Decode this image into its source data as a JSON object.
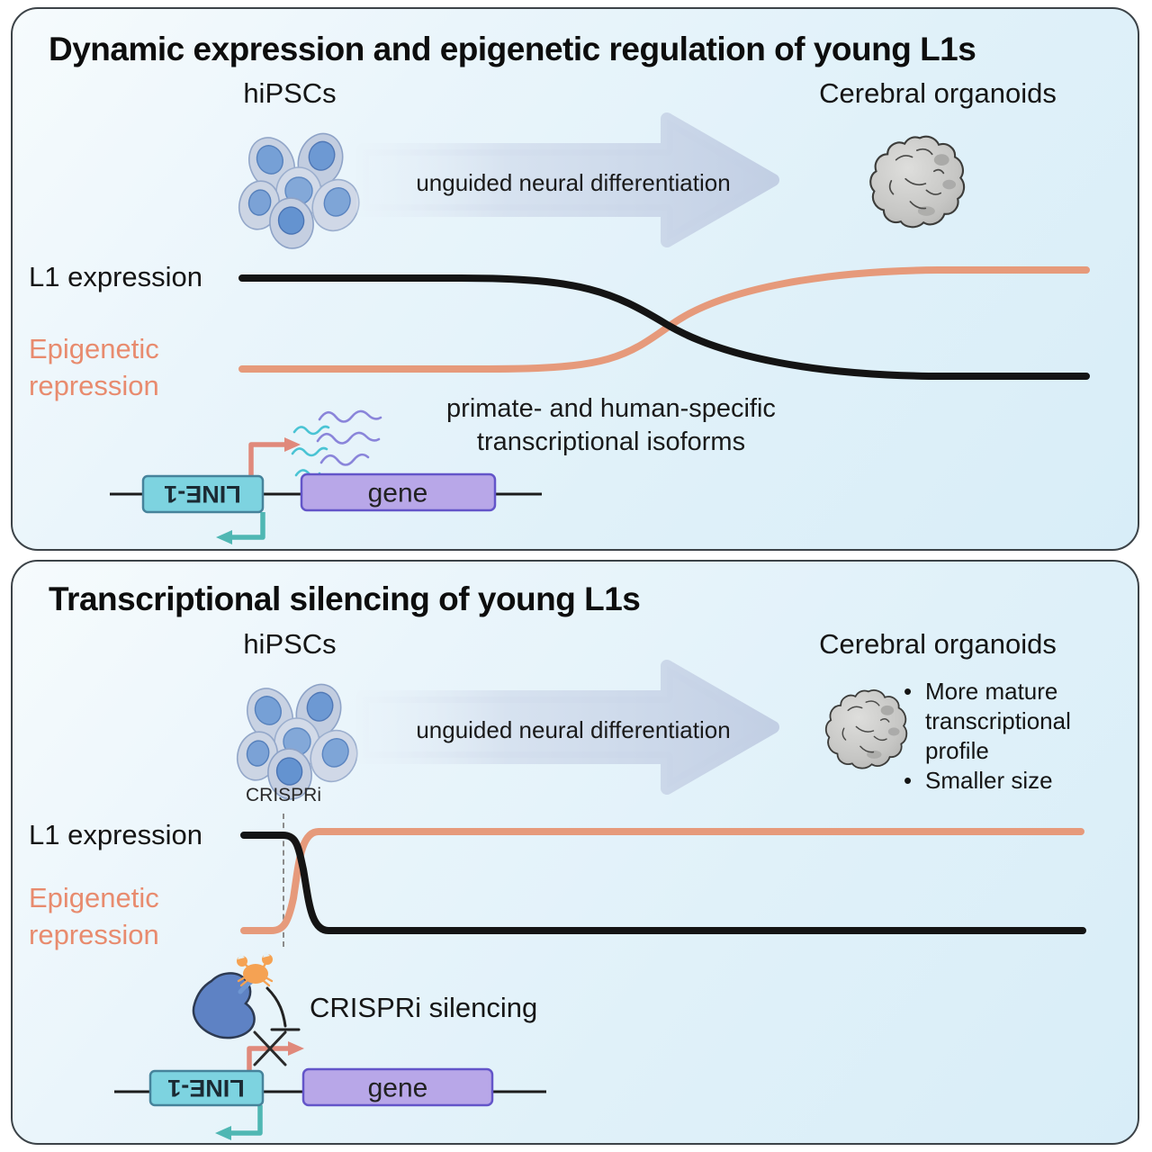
{
  "colors": {
    "panel_bg_light": "#f6fbfd",
    "panel_bg_blue": "#d8edf8",
    "panel_border": "#3c4348",
    "curve_black": "#141414",
    "curve_salmon": "#e69a7b",
    "label_salmon": "#e88b6e",
    "big_arrow_fill": "#c4d1e5",
    "line1_box_fill": "#7dd3e0",
    "line1_box_border": "#46839b",
    "gene_box_fill": "#b8a7e8",
    "gene_box_border": "#6355c9",
    "antisense_arrow_teal": "#4fb7b3",
    "sense_arrow_salmon": "#e0897b",
    "dcas9_blob_blue": "#5e82c4",
    "krab_crab_orange": "#f5a253",
    "isoform_wave_purple": "#8a85da",
    "isoform_wave_teal": "#4ac4d4"
  },
  "panel1": {
    "title": "Dynamic expression and epigenetic regulation of young L1s",
    "hipscs_header": "hiPSCs",
    "organoids_header": "Cerebral organoids",
    "arrow_label": "unguided neural differentiation",
    "l1_expression_label": "L1 expression",
    "epigenetic_label": "Epigenetic repression",
    "isoforms_line1": "primate- and human-specific",
    "isoforms_line2": "transcriptional isoforms",
    "line1_box_label": "LINE-1",
    "gene_box_label": "gene"
  },
  "panel2": {
    "title": "Transcriptional silencing of young L1s",
    "hipscs_header": "hiPSCs",
    "organoids_header": "Cerebral organoids",
    "arrow_label": "unguided neural differentiation",
    "organoid_bullet_glyph": "•",
    "organoid_bullets": [
      "More mature transcriptional profile",
      "Smaller size"
    ],
    "crispri_tick_label": "CRISPRi",
    "l1_expression_label": "L1 expression",
    "epigenetic_label": "Epigenetic repression",
    "silencing_label": "CRISPRi silencing",
    "line1_box_label": "LINE-1",
    "gene_box_label": "gene"
  }
}
